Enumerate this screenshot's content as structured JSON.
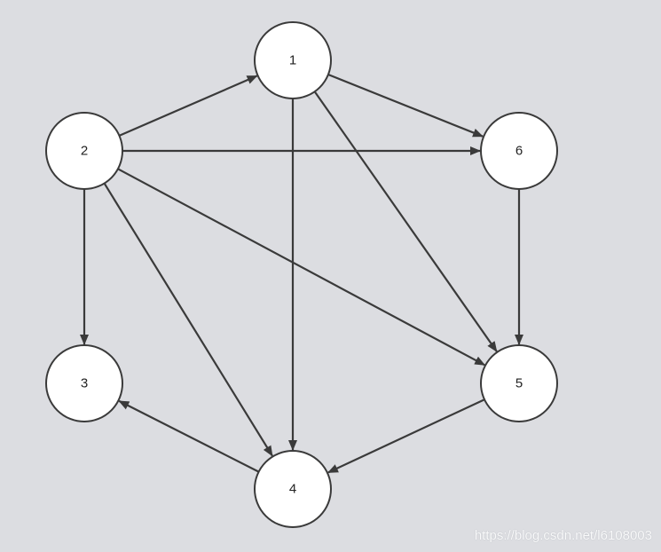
{
  "diagram": {
    "nodes": [
      {
        "id": "1",
        "label": "1"
      },
      {
        "id": "2",
        "label": "2"
      },
      {
        "id": "3",
        "label": "3"
      },
      {
        "id": "4",
        "label": "4"
      },
      {
        "id": "5",
        "label": "5"
      },
      {
        "id": "6",
        "label": "6"
      }
    ],
    "edges": [
      {
        "from": "2",
        "to": "1"
      },
      {
        "from": "1",
        "to": "6"
      },
      {
        "from": "2",
        "to": "6"
      },
      {
        "from": "2",
        "to": "3"
      },
      {
        "from": "2",
        "to": "4"
      },
      {
        "from": "2",
        "to": "5"
      },
      {
        "from": "1",
        "to": "4"
      },
      {
        "from": "1",
        "to": "5"
      },
      {
        "from": "6",
        "to": "5"
      },
      {
        "from": "5",
        "to": "4"
      },
      {
        "from": "4",
        "to": "3"
      }
    ],
    "colors": {
      "background": "#dcdde1",
      "node_fill": "#ffffff",
      "stroke": "#3a3a3a"
    }
  },
  "watermark": "https://blog.csdn.net/l6108003"
}
